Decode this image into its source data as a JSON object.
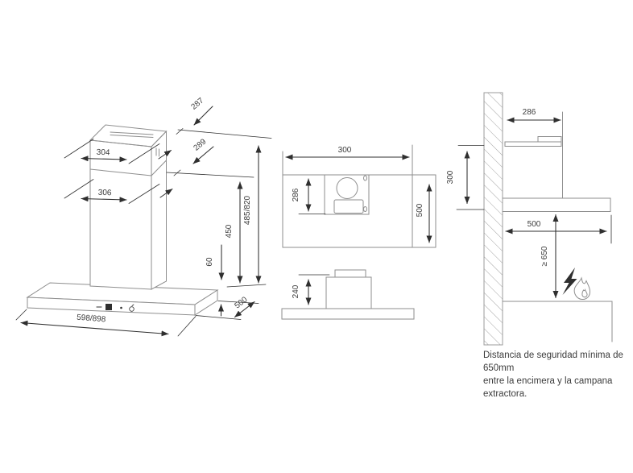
{
  "theme": {
    "background": "#ffffff",
    "line_color": "#8e8e8e",
    "dim_color": "#2f2f2f",
    "text_color": "#3c3c3c"
  },
  "left": {
    "title": "isometric view of chimney hood",
    "dims": {
      "d287": "287",
      "d289": "289",
      "d304": "304",
      "d306": "306",
      "d485": "485/820",
      "d450": "450",
      "d60": "60",
      "d598": "598/898",
      "d500": "500"
    }
  },
  "mid_top": {
    "title": "top view of mounting plate",
    "dims": {
      "d300": "300",
      "d286": "286",
      "d500": "500"
    }
  },
  "mid_side": {
    "title": "side view of motor housing",
    "dims": {
      "d240": "240"
    }
  },
  "right": {
    "title": "wall installation side view",
    "dims": {
      "d286": "286",
      "d300": "300",
      "d500": "500",
      "d650": "≥ 650"
    },
    "icons": [
      "lightning-icon",
      "flame-icon"
    ],
    "caption": {
      "line1": "Distancia de seguridad mínima de 650mm",
      "line2": "entre la encimera y la campana extractora."
    }
  }
}
